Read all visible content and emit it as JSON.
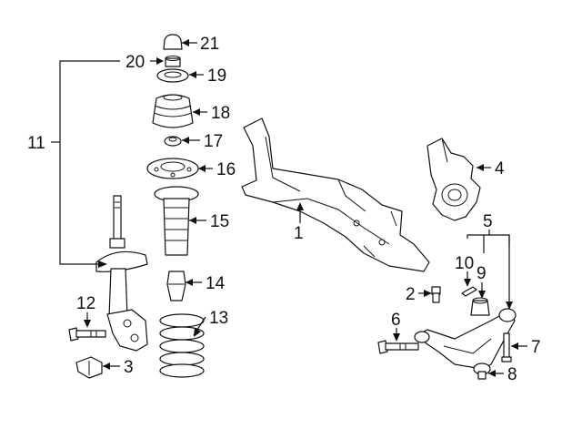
{
  "callouts": {
    "c1": "1",
    "c2": "2",
    "c3": "3",
    "c4": "4",
    "c5": "5",
    "c6": "6",
    "c7": "7",
    "c8": "8",
    "c9": "9",
    "c10": "10",
    "c11": "11",
    "c12": "12",
    "c13": "13",
    "c14": "14",
    "c15": "15",
    "c16": "16",
    "c17": "17",
    "c18": "18",
    "c19": "19",
    "c20": "20",
    "c21": "21"
  },
  "icons": [
    "strut-mount-cap",
    "nut",
    "bearing",
    "upper-insulator",
    "bushing",
    "spring-seat",
    "dust-boot",
    "bump-stop",
    "coil-spring",
    "strut-assembly",
    "crossmember",
    "steering-knuckle",
    "lower-control-arm",
    "ball-joint",
    "bolt",
    "bracket"
  ]
}
